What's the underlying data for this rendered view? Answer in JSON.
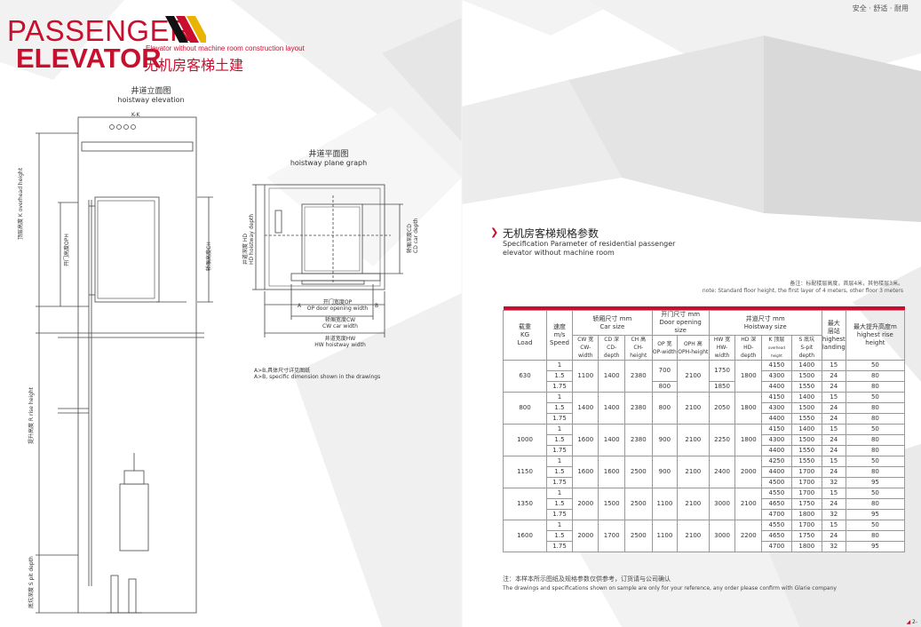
{
  "header": {
    "title_line1": "PASSENGER",
    "title_line2": "ELEVATOR",
    "subtitle_en": "Elevator without machine room construction layout",
    "subtitle_cn": "无机房客梯土建",
    "tagline": "安全 · 舒适 · 耐用"
  },
  "elevation": {
    "title_cn": "井道立面图",
    "title_en": "hoistway elevation",
    "section": "K-K",
    "label_k_cn": "顶层高度 K",
    "label_k_en": "overhead height",
    "label_oph": "开门高度OPH",
    "label_ch": "轿厢高度CH",
    "label_r_cn": "提升高度 R",
    "label_r_en": "rise height",
    "label_s_cn": "底坑深度 S",
    "label_s_en": "pit depth"
  },
  "plane": {
    "title_cn": "井道平面图",
    "title_en": "hoistway plane graph",
    "label_hd_cn": "井道深度 HD",
    "label_hd_en": "HD hoistway depth",
    "label_cd_cn": "轿厢深度CD",
    "label_cd_en": "CD car depth",
    "label_op_cn": "开门宽度OP",
    "label_op_en": "OP door opening width",
    "label_a": "A",
    "label_b": "B",
    "label_cw_cn": "轿厢宽度CW",
    "label_cw_en": "CW car width",
    "label_hw_cn": "井道宽度HW",
    "label_hw_en": "HW hoistway width",
    "note_cn": "A>B,具体尺寸详见图纸",
    "note_en": "A>B, specific dimension shown in the drawings"
  },
  "spec": {
    "title_cn": "无机房客梯规格参数",
    "title_en": "Specification Parameter of residential passenger elevator without machine room",
    "note_cn": "备注：标配楼层高度，首层4米，其他楼层3米。",
    "note_en": "note:  Standard floor height, the first layer of 4 meters, other floor 3 meters",
    "headers": {
      "load": [
        "载重",
        "KG",
        "Load"
      ],
      "speed": [
        "速度",
        "m/s",
        "Speed"
      ],
      "car_size": [
        "轿厢尺寸 mm",
        "Car size"
      ],
      "door_size": [
        "开门尺寸 mm",
        "Door opening size"
      ],
      "hoistway_size": [
        "井道尺寸 mm",
        "Hoistway size"
      ],
      "landing": [
        "最大",
        "层站",
        "highest",
        "landing"
      ],
      "rise": [
        "最大提升高度m",
        "highest rise height"
      ],
      "cw": [
        "CW 宽",
        "CW-width"
      ],
      "cd": [
        "CD 深",
        "CD-depth"
      ],
      "ch": [
        "CH 高",
        "CH-height"
      ],
      "op": [
        "OP 宽",
        "OP-width"
      ],
      "oph": [
        "OPH 高",
        "OPH-height"
      ],
      "hw": [
        "HW 宽",
        "HW-width"
      ],
      "hd": [
        "HD 深",
        "HD-depth"
      ],
      "k": [
        "K 顶层",
        "overhead height"
      ],
      "s": [
        "S 底坑",
        "S-pit depth"
      ]
    },
    "groups": [
      {
        "load": "630",
        "cw": "1100",
        "cd": "1400",
        "ch": "2380",
        "op": [
          "700",
          "800"
        ],
        "oph": "2100",
        "hw": [
          "1750",
          "1850"
        ],
        "hd": "1800",
        "rows": [
          {
            "speed": "1",
            "k": "4150",
            "s": "1400",
            "landing": "15",
            "rise": "50"
          },
          {
            "speed": "1.5",
            "k": "4300",
            "s": "1500",
            "landing": "24",
            "rise": "80"
          },
          {
            "speed": "1.75",
            "k": "4400",
            "s": "1550",
            "landing": "24",
            "rise": "80"
          }
        ]
      },
      {
        "load": "800",
        "cw": "1400",
        "cd": "1400",
        "ch": "2380",
        "op": [
          "800"
        ],
        "oph": "2100",
        "hw": [
          "2050"
        ],
        "hd": "1800",
        "rows": [
          {
            "speed": "1",
            "k": "4150",
            "s": "1400",
            "landing": "15",
            "rise": "50"
          },
          {
            "speed": "1.5",
            "k": "4300",
            "s": "1500",
            "landing": "24",
            "rise": "80"
          },
          {
            "speed": "1.75",
            "k": "4400",
            "s": "1550",
            "landing": "24",
            "rise": "80"
          }
        ]
      },
      {
        "load": "1000",
        "cw": "1600",
        "cd": "1400",
        "ch": "2380",
        "op": [
          "900"
        ],
        "oph": "2100",
        "hw": [
          "2250"
        ],
        "hd": "1800",
        "rows": [
          {
            "speed": "1",
            "k": "4150",
            "s": "1400",
            "landing": "15",
            "rise": "50"
          },
          {
            "speed": "1.5",
            "k": "4300",
            "s": "1500",
            "landing": "24",
            "rise": "80"
          },
          {
            "speed": "1.75",
            "k": "4400",
            "s": "1550",
            "landing": "24",
            "rise": "80"
          }
        ]
      },
      {
        "load": "1150",
        "cw": "1600",
        "cd": "1600",
        "ch": "2500",
        "op": [
          "900"
        ],
        "oph": "2100",
        "hw": [
          "2400"
        ],
        "hd": "2000",
        "rows": [
          {
            "speed": "1",
            "k": "4250",
            "s": "1550",
            "landing": "15",
            "rise": "50"
          },
          {
            "speed": "1.5",
            "k": "4400",
            "s": "1700",
            "landing": "24",
            "rise": "80"
          },
          {
            "speed": "1.75",
            "k": "4500",
            "s": "1700",
            "landing": "32",
            "rise": "95"
          }
        ]
      },
      {
        "load": "1350",
        "cw": "2000",
        "cd": "1500",
        "ch": "2500",
        "op": [
          "1100"
        ],
        "oph": "2100",
        "hw": [
          "3000"
        ],
        "hd": "2100",
        "rows": [
          {
            "speed": "1",
            "k": "4550",
            "s": "1700",
            "landing": "15",
            "rise": "50"
          },
          {
            "speed": "1.5",
            "k": "4650",
            "s": "1750",
            "landing": "24",
            "rise": "80"
          },
          {
            "speed": "1.75",
            "k": "4700",
            "s": "1800",
            "landing": "32",
            "rise": "95"
          }
        ]
      },
      {
        "load": "1600",
        "cw": "2000",
        "cd": "1700",
        "ch": "2500",
        "op": [
          "1100"
        ],
        "oph": "2100",
        "hw": [
          "3000"
        ],
        "hd": "2200",
        "rows": [
          {
            "speed": "1",
            "k": "4550",
            "s": "1700",
            "landing": "15",
            "rise": "50"
          },
          {
            "speed": "1.5",
            "k": "4650",
            "s": "1750",
            "landing": "24",
            "rise": "80"
          },
          {
            "speed": "1.75",
            "k": "4700",
            "s": "1800",
            "landing": "32",
            "rise": "95"
          }
        ]
      }
    ]
  },
  "footer": {
    "note_cn": "注：本样本所示图纸及规格参数仅供参考，订货请与公司确认",
    "note_en": "The drawings and specifications shown on sample are only for your reference,   any order please confirm with Glarie company",
    "page": "2-"
  }
}
